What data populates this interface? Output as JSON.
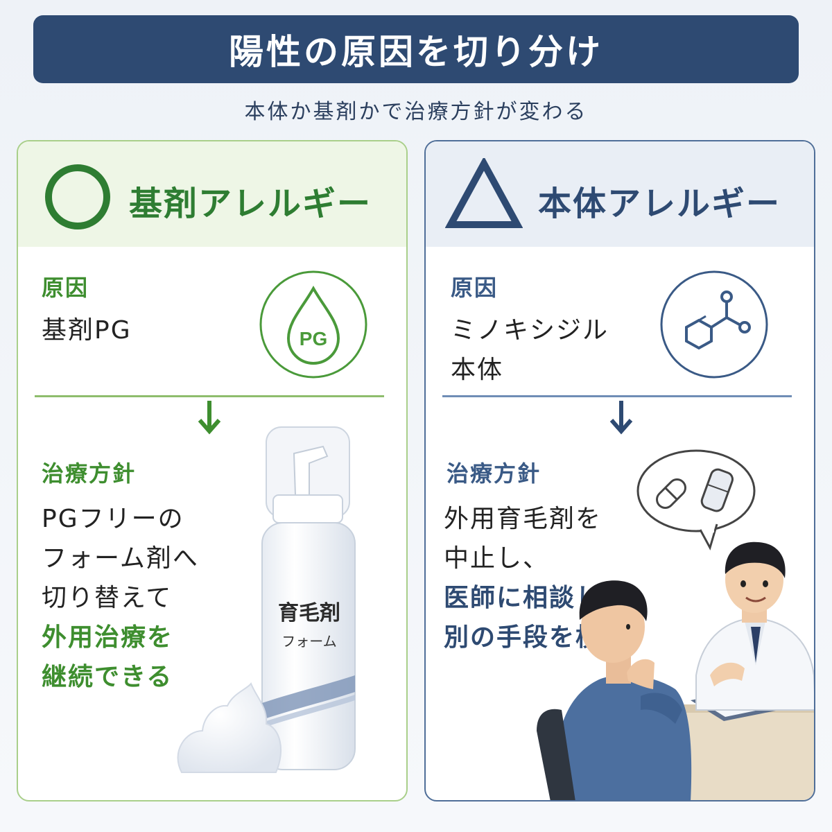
{
  "header": {
    "title": "陽性の原因を切り分け",
    "subtitle": "本体か基剤かで治療方針が変わる"
  },
  "left": {
    "title": "基剤アレルギー",
    "symbol": "circle-icon",
    "cause_label": "原因",
    "cause_text": "基剤PG",
    "icon_text": "PG",
    "policy_label": "治療方針",
    "policy_lines": [
      "PGフリーの",
      "フォーム剤へ",
      "切り替えて"
    ],
    "policy_highlight_lines": [
      "外用治療を",
      "継続できる"
    ],
    "product_name": "育毛剤",
    "product_type": "フォーム",
    "accent": "#3e8e2f"
  },
  "right": {
    "title": "本体アレルギー",
    "symbol": "triangle-icon",
    "cause_label": "原因",
    "cause_lines": [
      "ミノキシジル",
      "本体"
    ],
    "policy_label": "治療方針",
    "policy_lines": [
      "外用育毛剤を",
      "中止し、"
    ],
    "policy_highlight_lines": [
      "医師に相談して",
      "別の手段を検討"
    ],
    "accent": "#2e4a72"
  }
}
